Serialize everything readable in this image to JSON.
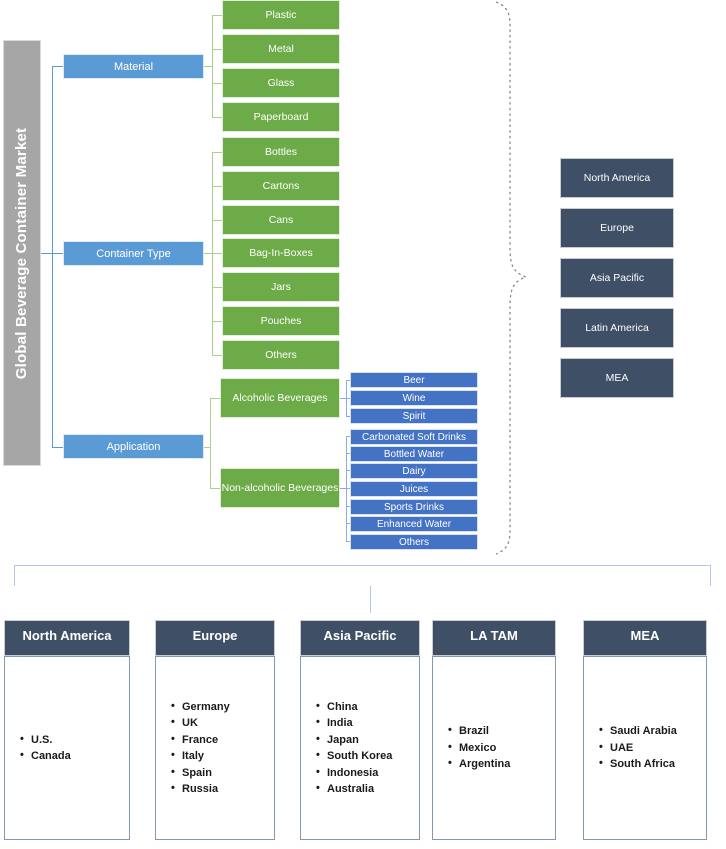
{
  "diagram": {
    "title": "Global Beverage Container Market",
    "root_label": "Global Beverage Container Market",
    "colors": {
      "root": "#a6a6a6",
      "level1": "#5b9bd5",
      "level2": "#6cab47",
      "level3": "#4472c4",
      "region": "#3f4f66",
      "connector_blue": "#5b9bd5",
      "connector_green": "#a9d18e",
      "connector_mblue": "#8faadc",
      "bracket": "#b4c7e7",
      "brace": "#808080"
    }
  },
  "segments": [
    {
      "label": "Material"
    },
    {
      "label": "Container Type"
    },
    {
      "label": "Application"
    }
  ],
  "material_items": [
    {
      "label": "Plastic"
    },
    {
      "label": "Metal"
    },
    {
      "label": "Glass"
    },
    {
      "label": "Paperboard"
    }
  ],
  "container_type_items": [
    {
      "label": "Bottles"
    },
    {
      "label": "Cartons"
    },
    {
      "label": "Cans"
    },
    {
      "label": "Bag-In-Boxes"
    },
    {
      "label": "Jars"
    },
    {
      "label": "Pouches"
    },
    {
      "label": "Others"
    }
  ],
  "application_categories": [
    {
      "label": "Alcoholic Beverages"
    },
    {
      "label": "Non-alcoholic Beverages"
    }
  ],
  "alcoholic_items": [
    {
      "label": "Beer"
    },
    {
      "label": "Wine"
    },
    {
      "label": "Spirit"
    }
  ],
  "non_alcoholic_items": [
    {
      "label": "Carbonated Soft Drinks"
    },
    {
      "label": "Bottled Water"
    },
    {
      "label": "Dairy"
    },
    {
      "label": "Juices"
    },
    {
      "label": "Sports Drinks"
    },
    {
      "label": "Enhanced Water"
    },
    {
      "label": "Others"
    }
  ],
  "regions": [
    {
      "label": "North America"
    },
    {
      "label": "Europe"
    },
    {
      "label": "Asia Pacific"
    },
    {
      "label": "Latin America"
    },
    {
      "label": "MEA"
    }
  ],
  "country_cards": [
    {
      "title": "North America",
      "countries": [
        "U.S.",
        "Canada"
      ]
    },
    {
      "title": "Europe",
      "countries": [
        "Germany",
        "UK",
        "France",
        "Italy",
        "Spain",
        "Russia"
      ]
    },
    {
      "title": "Asia Pacific",
      "countries": [
        "China",
        "India",
        "Japan",
        "South Korea",
        "Indonesia",
        "Australia"
      ]
    },
    {
      "title": "LA TAM",
      "countries": [
        "Brazil",
        "Mexico",
        "Argentina"
      ]
    },
    {
      "title": "MEA",
      "countries": [
        "Saudi Arabia",
        "UAE",
        "South Africa"
      ]
    }
  ]
}
